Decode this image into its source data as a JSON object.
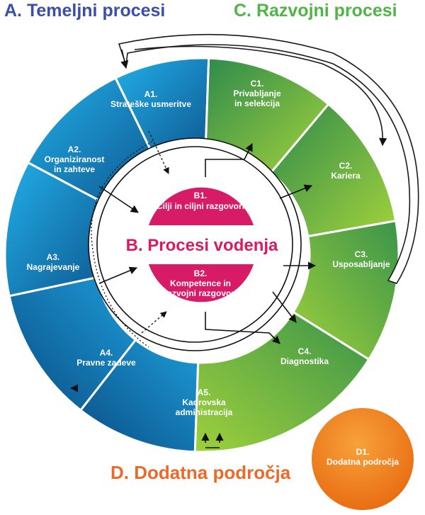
{
  "headings": {
    "a": "A.  Temeljni procesi",
    "c": "C.  Razvojni procesi",
    "d": "D.  Dodatna področja"
  },
  "center": {
    "title": "B.  Procesi vodenja",
    "b1": [
      "B1.",
      "Cilji in ciljni razgovori"
    ],
    "b2": [
      "B2.",
      "Kompetence in",
      "razvojni razgovori"
    ]
  },
  "segments": {
    "a1": [
      "A1.",
      "Strateške usmeritve"
    ],
    "a2": [
      "A2.",
      "Organiziranost",
      "in zahteve"
    ],
    "a3": [
      "A3.",
      "Nagrajevanje"
    ],
    "a4": [
      "A4.",
      "Pravne zadeve"
    ],
    "a5": [
      "A5.",
      "Kadrovska",
      "administracija"
    ],
    "c1": [
      "C1.",
      "Privabljanje",
      "in selekcija"
    ],
    "c2": [
      "C2.",
      "Kariera"
    ],
    "c3": [
      "C3.",
      "Usposabljanje"
    ],
    "c4": [
      "C4.",
      "Diagnostika"
    ]
  },
  "extra": {
    "d1": [
      "D1.",
      "Dodatna področja"
    ]
  },
  "colors": {
    "blue_light": "#1aa0e0",
    "blue_dark": "#0f5a91",
    "green_light": "#9acd3a",
    "green_dark": "#2f8a4a",
    "magenta": "#d81b66",
    "orange": "#f07a18",
    "heading_blue": "#3a4fa8",
    "heading_green": "#4fb544",
    "heading_orange": "#ea6a2c"
  }
}
